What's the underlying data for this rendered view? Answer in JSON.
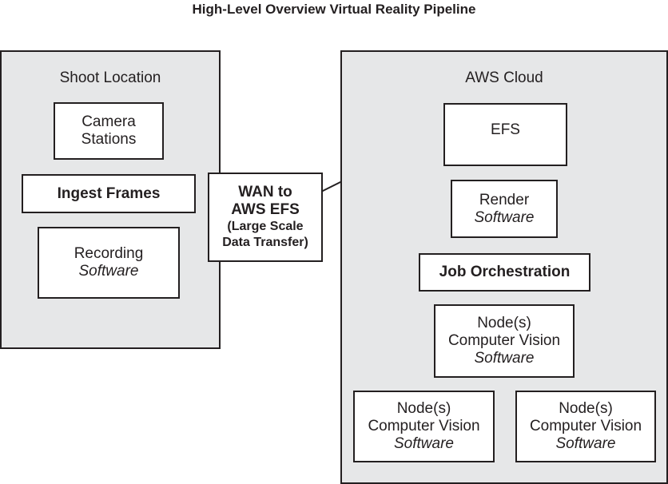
{
  "title": "High-Level Overview Virtual Reality Pipeline",
  "shoot_location": {
    "label": "Shoot Location",
    "camera_stations": [
      "Camera",
      "Stations"
    ],
    "ingest_frames": "Ingest Frames",
    "recording": [
      "Recording",
      "Software"
    ]
  },
  "wan": [
    "WAN to",
    "AWS EFS",
    "(Large Scale",
    "Data Transfer)"
  ],
  "aws_cloud": {
    "label": "AWS Cloud",
    "efs": "EFS",
    "render": [
      "Render",
      "Software"
    ],
    "job_orchestration": "Job Orchestration",
    "node_center": [
      "Node(s)",
      "Computer Vision",
      "Software"
    ],
    "node_left": [
      "Node(s)",
      "Computer Vision",
      "Software"
    ],
    "node_right": [
      "Node(s)",
      "Computer Vision",
      "Software"
    ]
  },
  "colors": {
    "container_fill": "#e6e7e8",
    "stroke": "#231f20",
    "box_fill": "#ffffff"
  }
}
